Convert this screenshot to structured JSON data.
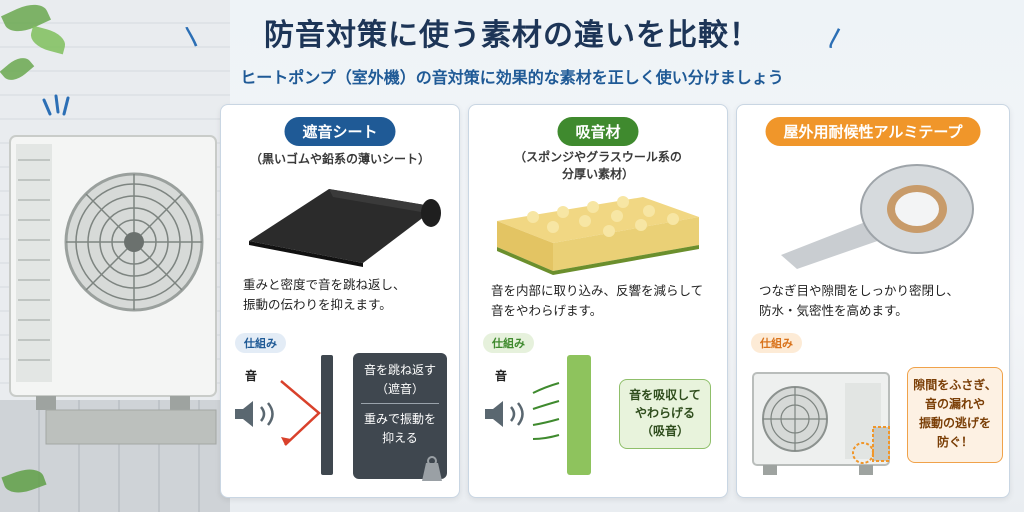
{
  "title": "防音対策に使う素材の違いを比較！",
  "subtitle": "ヒートポンプ（室外機）の音対策に効果的な素材を正しく使い分けましょう",
  "colors": {
    "navy": "#1d3557",
    "blue": "#1f5a96",
    "green": "#3f8a2e",
    "orange": "#f0962a"
  },
  "cards": [
    {
      "label": "遮音シート",
      "paren": "（黒いゴムや鉛系の薄いシート）",
      "desc_line1": "重みと密度で音を跳ね返し、",
      "desc_line2": "振動の伝わりを抑えます。",
      "mechanism_tag": "仕組み",
      "sound_label": "音",
      "box_top_line1": "音を跳ね返す",
      "box_top_line2": "（遮音）",
      "box_bottom_line1": "重みで振動を",
      "box_bottom_line2": "抑える"
    },
    {
      "label": "吸音材",
      "paren_line1": "（スポンジやグラスウール系の",
      "paren_line2": "分厚い素材）",
      "desc_line1": "音を内部に取り込み、反響を減らして",
      "desc_line2": "音をやわらげます。",
      "mechanism_tag": "仕組み",
      "sound_label": "音",
      "box_line1": "音を吸収して",
      "box_line2": "やわらげる",
      "box_line3": "（吸音）"
    },
    {
      "label": "屋外用耐候性アルミテープ",
      "desc_line1": "つなぎ目や隙間をしっかり密閉し、",
      "desc_line2": "防水・気密性を高めます。",
      "mechanism_tag": "仕組み",
      "box_line1": "隙間をふさぎ、",
      "box_line2": "音の漏れや",
      "box_line3": "振動の逃げを",
      "box_line4": "防ぐ！"
    }
  ]
}
